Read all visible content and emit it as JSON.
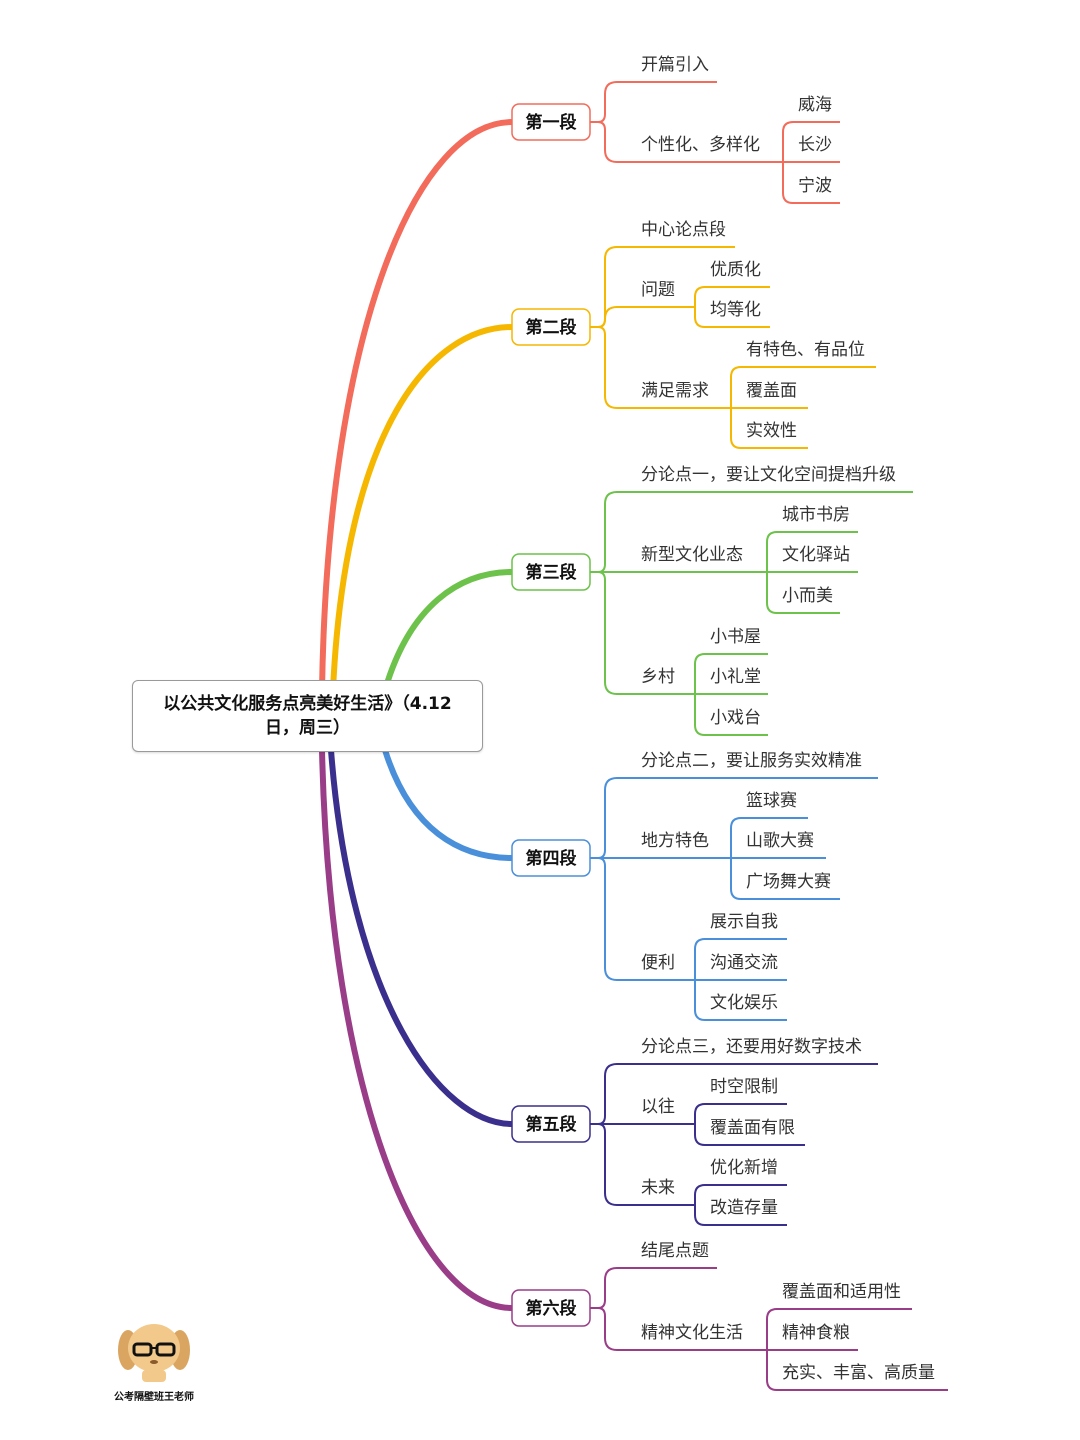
{
  "root": {
    "line1": "以公共文化服务点亮美好生活》（4.12",
    "line2": "日，周三）"
  },
  "branches": [
    {
      "label": "第一段",
      "color": "#f26b5b",
      "children": [
        {
          "label": "开篇引入",
          "children": []
        },
        {
          "label": "个性化、多样化",
          "children": [
            "威海",
            "长沙",
            "宁波"
          ]
        }
      ]
    },
    {
      "label": "第二段",
      "color": "#f5b700",
      "children": [
        {
          "label": "中心论点段",
          "children": []
        },
        {
          "label": "问题",
          "children": [
            "优质化",
            "均等化"
          ]
        },
        {
          "label": "满足需求",
          "children": [
            "有特色、有品位",
            "覆盖面",
            "实效性"
          ]
        }
      ]
    },
    {
      "label": "第三段",
      "color": "#6cc24a",
      "children": [
        {
          "label": "分论点一，要让文化空间提档升级",
          "children": []
        },
        {
          "label": "新型文化业态",
          "children": [
            "城市书房",
            "文化驿站",
            "小而美"
          ]
        },
        {
          "label": "乡村",
          "children": [
            "小书屋",
            "小礼堂",
            "小戏台"
          ]
        }
      ]
    },
    {
      "label": "第四段",
      "color": "#4a8fd9",
      "children": [
        {
          "label": "分论点二，要让服务实效精准",
          "children": []
        },
        {
          "label": "地方特色",
          "children": [
            "篮球赛",
            "山歌大赛",
            "广场舞大赛"
          ]
        },
        {
          "label": "便利",
          "children": [
            "展示自我",
            "沟通交流",
            "文化娱乐"
          ]
        }
      ]
    },
    {
      "label": "第五段",
      "color": "#3a2f8c",
      "children": [
        {
          "label": "分论点三，还要用好数字技术",
          "children": []
        },
        {
          "label": "以往",
          "children": [
            "时空限制",
            "覆盖面有限"
          ]
        },
        {
          "label": "未来",
          "children": [
            "优化新增",
            "改造存量"
          ]
        }
      ]
    },
    {
      "label": "第六段",
      "color": "#9a3d88",
      "children": [
        {
          "label": "结尾点题",
          "children": []
        },
        {
          "label": "精神文化生活",
          "children": [
            "覆盖面和适用性",
            "精神食粮",
            "充实、丰富、高质量"
          ]
        }
      ]
    }
  ],
  "logo": {
    "text": "公考隔壁班王老师"
  }
}
